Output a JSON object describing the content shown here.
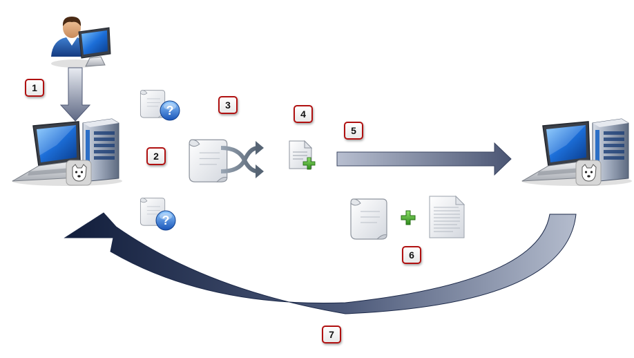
{
  "steps": [
    {
      "label": "1"
    },
    {
      "label": "2"
    },
    {
      "label": "3"
    },
    {
      "label": "4"
    },
    {
      "label": "5"
    },
    {
      "label": "6"
    },
    {
      "label": "7"
    }
  ],
  "icons": {
    "user": "user-at-computer-icon",
    "client": "laptop-server-dog-icon",
    "server": "laptop-server-dog-icon",
    "query": "scroll-question-icon",
    "shuffle": "scroll-shuffle-icon",
    "new_document": "document-add-icon",
    "script": "scroll-icon",
    "plus": "plus-icon",
    "document": "document-icon"
  },
  "colors": {
    "badge_border": "#b01010",
    "arrow_dark": "#1c2a4a",
    "arrow_light": "#aab3c7"
  }
}
